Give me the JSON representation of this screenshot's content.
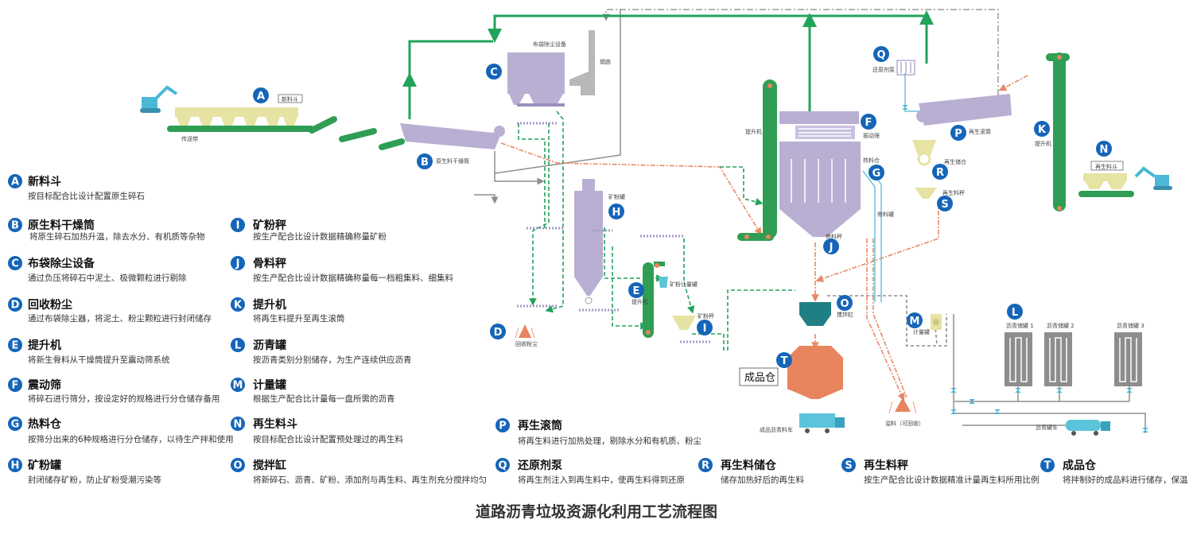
{
  "title": "道路沥青垃圾资源化利用工艺流程图",
  "equipment_labels": {
    "new_hopper_tag": "新料斗",
    "conveyor": "传送带",
    "dryer": "原生料干燥筒",
    "baghouse": "布袋除尘设备",
    "chimney": "烟囱",
    "powder_tank": "矿粉罐",
    "recovered_dust": "回收粉尘",
    "elevator_e": "提升机",
    "elevator_f": "提升机",
    "screen": "振动筛",
    "hot_bin": "热料仓",
    "hot_bin_rail": "骨料罐",
    "aggregate_scale": "骨料秤",
    "powder_silo": "矿粉计量罐",
    "powder_scale": "矿粉秤",
    "mixer": "搅拌缸",
    "meter_tank": "计量罐",
    "finished_silo": "成品仓",
    "finished_truck": "成品沥青料车",
    "overflow": "溢料（可回收）",
    "additive_pump": "还原剂泵",
    "recycle_drum": "再生滚筒",
    "recycle_storage": "再生储仓",
    "recycle_scale": "再生料秤",
    "elevator_k": "提升机",
    "recycle_hopper_tag": "再生料斗",
    "asphalt_tank_1": "沥青储罐 1",
    "asphalt_tank_2": "沥青储罐 2",
    "asphalt_tank_3": "沥青储罐 3",
    "asphalt_truck": "沥青罐车"
  },
  "legend": [
    {
      "letter": "A",
      "name": "新料斗",
      "desc": "按目标配合比设计配置原生碎石"
    },
    {
      "letter": "B",
      "name": "原生料干燥筒",
      "desc": "将原生碎石加热升温，除去水分、有机质等杂物"
    },
    {
      "letter": "C",
      "name": "布袋除尘设备",
      "desc": "通过负压将碎石中泥土、极微颗粒进行剔除"
    },
    {
      "letter": "D",
      "name": "回收粉尘",
      "desc": "通过布袋除尘器，将泥土、粉尘颗粒进行封闭储存"
    },
    {
      "letter": "E",
      "name": "提升机",
      "desc": "将新生骨料从干燥筒提升至震动筛系统"
    },
    {
      "letter": "F",
      "name": "震动筛",
      "desc": "将碎石进行筛分，按设定好的规格进行分仓储存备用"
    },
    {
      "letter": "G",
      "name": "热料仓",
      "desc": "按筛分出来的6种规格进行分仓储存，以待生产拌和使用"
    },
    {
      "letter": "H",
      "name": "矿粉罐",
      "desc": "封闭储存矿粉，防止矿粉受潮污染等"
    },
    {
      "letter": "I",
      "name": "矿粉秤",
      "desc": "按生产配合比设计数据精确称量矿粉"
    },
    {
      "letter": "J",
      "name": "骨料秤",
      "desc": "按生产配合比设计数据精确称量每一档粗集料、细集料"
    },
    {
      "letter": "K",
      "name": "提升机",
      "desc": "将再生料提升至再生滚筒"
    },
    {
      "letter": "L",
      "name": "沥青罐",
      "desc": "按沥青类别分别储存，为生产连续供应沥青"
    },
    {
      "letter": "M",
      "name": "计量罐",
      "desc": "根据生产配合比计量每一盘所需的沥青"
    },
    {
      "letter": "N",
      "name": "再生料斗",
      "desc": "按目标配合比设计配置预处理过的再生料"
    },
    {
      "letter": "O",
      "name": "搅拌缸",
      "desc": "将新碎石、沥青、矿粉、添加剂与再生料、再生剂充分搅拌均匀"
    },
    {
      "letter": "P",
      "name": "再生滚筒",
      "desc": "将再生料进行加热处理，剔除水分和有机质、粉尘"
    },
    {
      "letter": "Q",
      "name": "还原剂泵",
      "desc": "将再生剂注入到再生料中，使再生料得到还原"
    },
    {
      "letter": "R",
      "name": "再生料储仓",
      "desc": "储存加热好后的再生料"
    },
    {
      "letter": "S",
      "name": "再生料秤",
      "desc": "按生产配合比设计数据精准计量再生料所用比例"
    },
    {
      "letter": "T",
      "name": "成品仓",
      "desc": "将拌制好的成品料进行储存，保温"
    }
  ],
  "colors": {
    "badge": "#1565b8",
    "conveyor": "#2f9e54",
    "equipment": "#b9afd3",
    "hot_material": "#e8845e",
    "tank": "#8d8d8d"
  }
}
